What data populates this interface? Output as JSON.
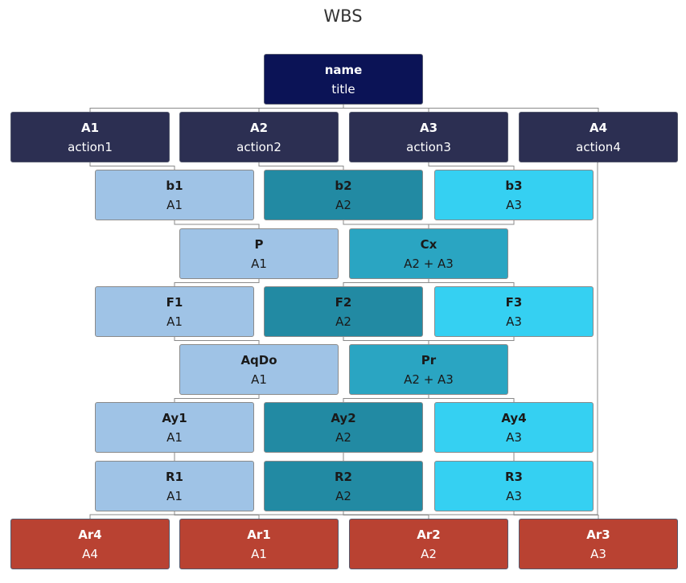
{
  "title": "WBS",
  "colors": {
    "root": "#0b1356",
    "action": "#2c2f52",
    "a1": "#9fc3e6",
    "a2": "#228aa3",
    "a3": "#35d0f2",
    "a23": "#2aa5c2",
    "result": "#b94232",
    "line": "#8a8a8a"
  },
  "nodes": {
    "root": {
      "name": "name",
      "title": "title"
    },
    "A1": {
      "name": "A1",
      "title": "action1"
    },
    "A2": {
      "name": "A2",
      "title": "action2"
    },
    "A3": {
      "name": "A3",
      "title": "action3"
    },
    "A4": {
      "name": "A4",
      "title": "action4"
    },
    "b1": {
      "name": "b1",
      "title": "A1"
    },
    "b2": {
      "name": "b2",
      "title": "A2"
    },
    "b3": {
      "name": "b3",
      "title": "A3"
    },
    "P": {
      "name": "P",
      "title": "A1"
    },
    "Cx": {
      "name": "Cx",
      "title": "A2 + A3"
    },
    "F1": {
      "name": "F1",
      "title": "A1"
    },
    "F2": {
      "name": "F2",
      "title": "A2"
    },
    "F3": {
      "name": "F3",
      "title": "A3"
    },
    "AqDo": {
      "name": "AqDo",
      "title": "A1"
    },
    "Pr": {
      "name": "Pr",
      "title": "A2 + A3"
    },
    "Ay1": {
      "name": "Ay1",
      "title": "A1"
    },
    "Ay2": {
      "name": "Ay2",
      "title": "A2"
    },
    "Ay4": {
      "name": "Ay4",
      "title": "A3"
    },
    "R1": {
      "name": "R1",
      "title": "A1"
    },
    "R2": {
      "name": "R2",
      "title": "A2"
    },
    "R3": {
      "name": "R3",
      "title": "A3"
    },
    "Ar4": {
      "name": "Ar4",
      "title": "A4"
    },
    "Ar1": {
      "name": "Ar1",
      "title": "A1"
    },
    "Ar2": {
      "name": "Ar2",
      "title": "A2"
    },
    "Ar3": {
      "name": "Ar3",
      "title": "A3"
    }
  },
  "edges": [
    [
      "root",
      "A1"
    ],
    [
      "root",
      "A2"
    ],
    [
      "root",
      "A3"
    ],
    [
      "root",
      "A4"
    ],
    [
      "A1",
      "b1"
    ],
    [
      "A2",
      "b2"
    ],
    [
      "A3",
      "b3"
    ],
    [
      "b1",
      "P"
    ],
    [
      "b2",
      "Cx"
    ],
    [
      "b3",
      "Cx"
    ],
    [
      "P",
      "F1"
    ],
    [
      "Cx",
      "F2"
    ],
    [
      "Cx",
      "F3"
    ],
    [
      "F1",
      "AqDo"
    ],
    [
      "F2",
      "Pr"
    ],
    [
      "F3",
      "Pr"
    ],
    [
      "AqDo",
      "Ay1"
    ],
    [
      "Pr",
      "Ay2"
    ],
    [
      "Pr",
      "Ay4"
    ],
    [
      "Ay1",
      "R1"
    ],
    [
      "Ay2",
      "R2"
    ],
    [
      "Ay4",
      "R3"
    ],
    [
      "A4",
      "Ar4"
    ],
    [
      "R1",
      "Ar1"
    ],
    [
      "R2",
      "Ar2"
    ],
    [
      "R3",
      "Ar3"
    ]
  ]
}
